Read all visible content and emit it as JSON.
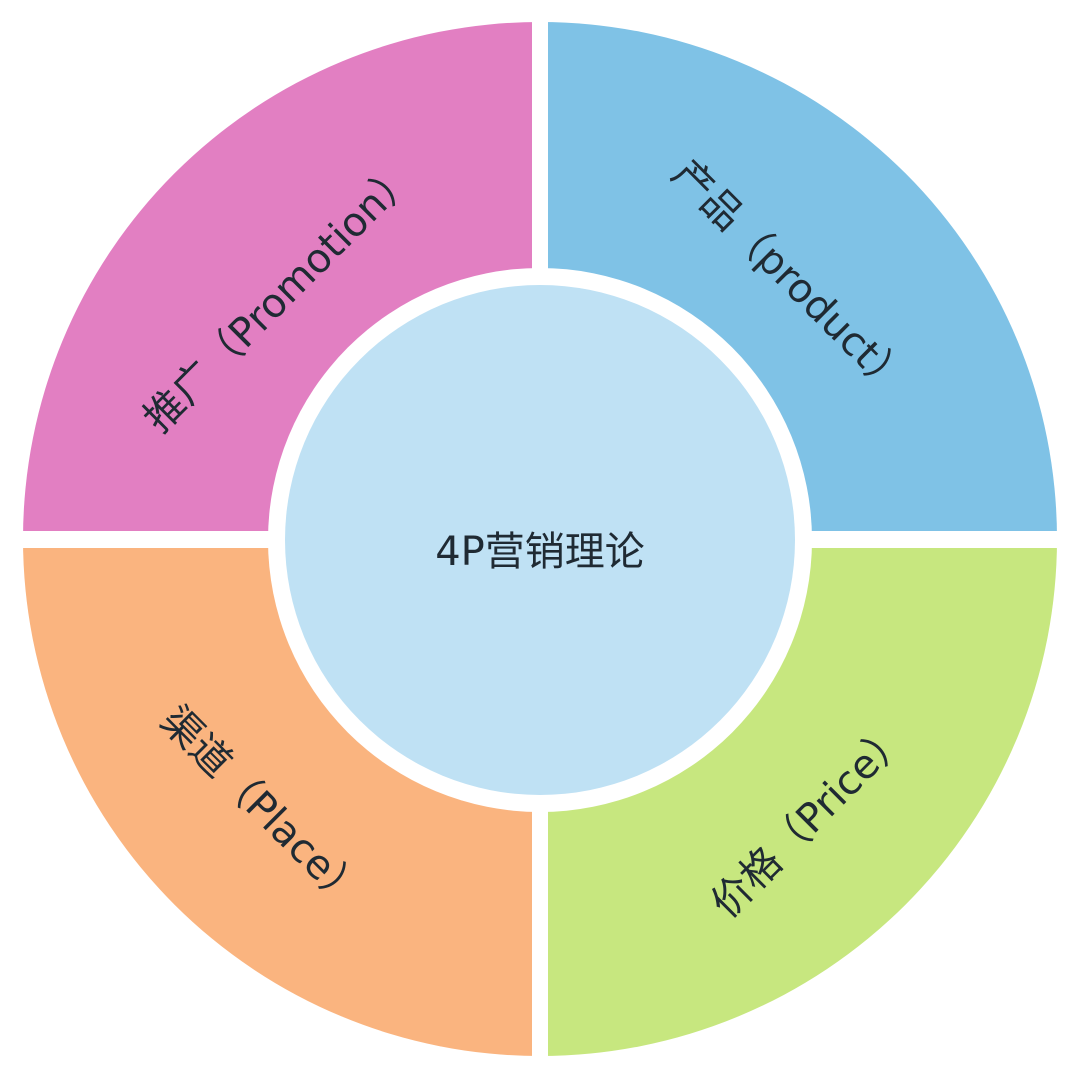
{
  "diagram": {
    "center": {
      "label": "4P营销理论",
      "color": "#BFE1F4"
    },
    "quadrants": [
      {
        "id": "promotion",
        "label": "推广（Promotion）",
        "color": "#E27FC2",
        "position": "top-left"
      },
      {
        "id": "product",
        "label": "产品（product）",
        "color": "#7FC2E6",
        "position": "top-right"
      },
      {
        "id": "price",
        "label": "价格（Price）",
        "color": "#C7E77F",
        "position": "bottom-right"
      },
      {
        "id": "place",
        "label": "渠道（Place）",
        "color": "#FAB47F",
        "position": "bottom-left"
      }
    ],
    "gap_color": "#FFFFFF",
    "text_color": "#1F2A33"
  }
}
